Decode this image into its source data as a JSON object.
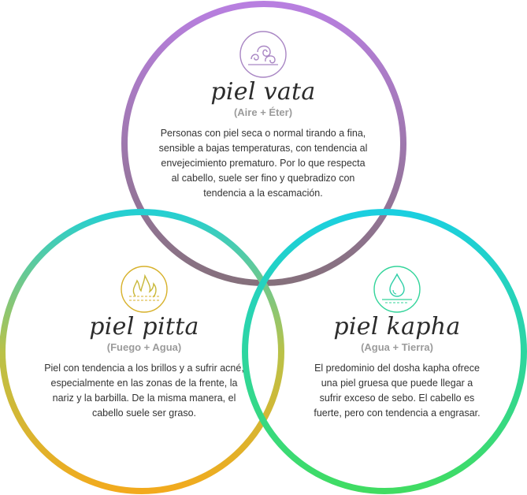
{
  "circles": {
    "vata": {
      "title": "piel vata",
      "elements": "(Aire + Éter)",
      "description": "Personas con piel seca o normal tirando a fina, sensible a bajas temperaturas, con tendencia al envejecimiento prematuro. Por lo que respecta al cabello, suele ser fino y quebradizo con tendencia a la escamación.",
      "icon": "wind-swirl-icon",
      "colors": [
        "#b77ddb",
        "#8a7482"
      ]
    },
    "pitta": {
      "title": "piel pitta",
      "elements": "(Fuego + Agua)",
      "description": "Piel con tendencia a los brillos y a sufrir acné, especialmente en las zonas de la frente, la nariz y la barbilla. De la misma manera, el cabello suele ser graso.",
      "icon": "flame-icon",
      "colors": [
        "#26cccc",
        "#b8c24a",
        "#f0ab1e"
      ]
    },
    "kapha": {
      "title": "piel kapha",
      "elements": "(Agua + Tierra)",
      "description": "El predominio del dosha kapha ofrece una piel gruesa que puede llegar a sufrir exceso de sebo. El cabello es fuerte, pero con tendencia a engrasar.",
      "icon": "water-drop-icon",
      "colors": [
        "#1ecfd9",
        "#3cdc6a"
      ]
    }
  }
}
